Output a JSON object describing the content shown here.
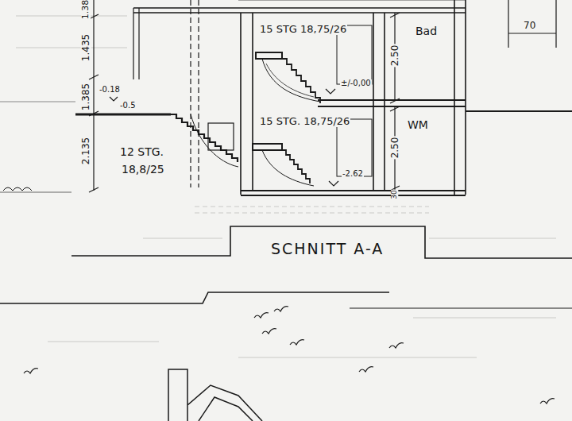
{
  "diagram": {
    "title": "SCHNITT A-A",
    "labels": [
      "1.38",
      "1.435",
      "1.385",
      "-0.18",
      "-0.5",
      "2.135",
      "12 STG.",
      "18,8/25",
      "15 STG 18,75/26",
      "Bad",
      "70",
      "2.50",
      "±/-0,00",
      "15 STG. 18,75/26",
      "WM",
      "2.50",
      "-2.62",
      "30"
    ]
  }
}
